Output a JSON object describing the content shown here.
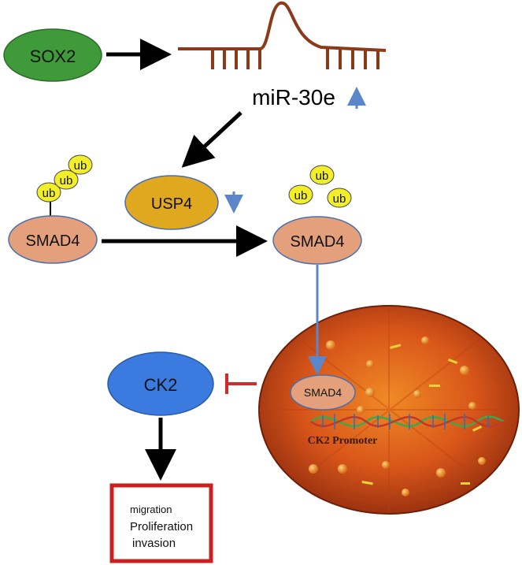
{
  "nodes": {
    "sox2": "SOX2",
    "mir": "miR-30e",
    "usp4": "USP4",
    "smad4_left": "SMAD4",
    "smad4_right": "SMAD4",
    "smad4_nucleus": "SMAD4",
    "ck2": "CK2",
    "ck2_promoter": "CK2 Promoter"
  },
  "ubiquitin": {
    "label": "ub"
  },
  "outcomes": {
    "line1": "migration",
    "line2": "Proliferation",
    "line3": "invasion"
  },
  "indicators": {
    "mir_level": "up",
    "usp4_level": "down"
  },
  "colors": {
    "sox2_fill": "#3f9a3a",
    "usp4_fill": "#e0a81f",
    "smad4_fill": "#e4a07a",
    "ck2_fill": "#3b7be0",
    "ub_fill": "#f2ee2a",
    "mirna_strand": "#8b3a1a",
    "regulation_arrow": "#5b86c9",
    "inhibition": "#d42a2a",
    "outcome_border": "#cc1f1f",
    "nucleus_outer": "#8f2d0c",
    "nucleus_inner": "#e5741c"
  }
}
